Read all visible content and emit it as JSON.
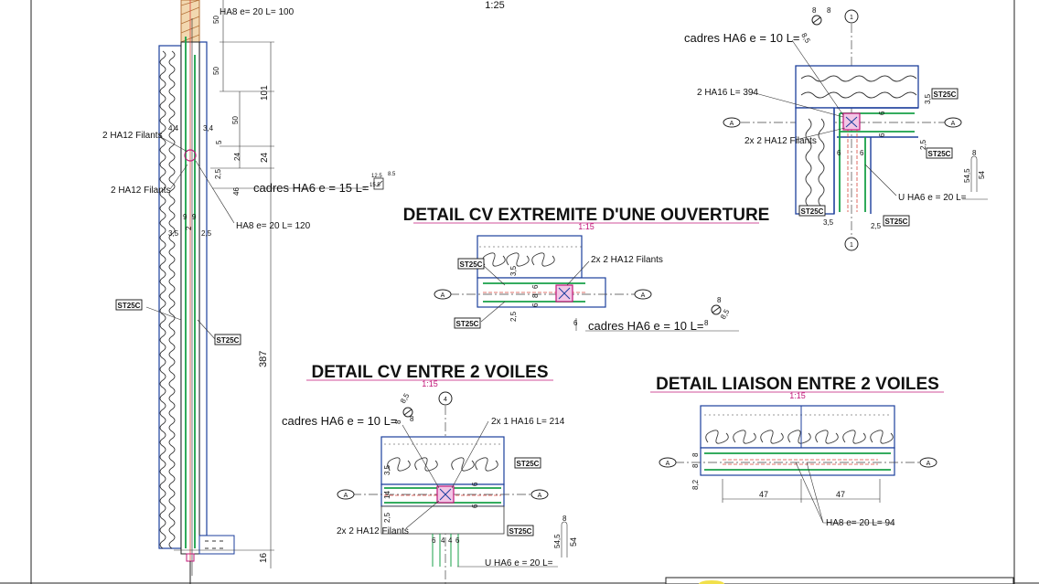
{
  "sheet_scale": "1:25",
  "section": {
    "callouts": {
      "ha8_top": "HA8  e= 20 L= 100",
      "ha12_a": "2 HA12  Filants",
      "ha12_b": "2 HA12  Filants",
      "cadres": "cadres HA6  e =  15 L=",
      "ha8_mid": "HA8  e= 20 L= 120",
      "st25c_a": "ST25C",
      "st25c_b": "ST25C"
    },
    "dims": {
      "d50a": "50",
      "d50b": "50",
      "d50c": "50",
      "d101": "101",
      "d44": "4,4",
      "d34": "3,4",
      "d5": "5",
      "d24a": "24",
      "d24b": "24",
      "d25a": "2,5",
      "d46": "46",
      "d9a": "9",
      "d9b": "9",
      "d2": "2",
      "d35": "3,5",
      "d25b": "2,5",
      "d387": "387",
      "d16": "16",
      "sym_a": "12.5",
      "sym_b": "8.5",
      "sym_c": "15.5"
    }
  },
  "detail_top_right": {
    "axis_top": "1",
    "axis_bottom": "1",
    "axis_left": "A",
    "axis_right": "A",
    "cadres": "cadres HA6  e =  10 L=",
    "ha16": "2 HA16 L= 394",
    "ha12": "2x 2 HA12  Filants",
    "u_ha6": "U HA6  e =  20 L=",
    "st25c_a": "ST25C",
    "st25c_b": "ST25C",
    "st25c_c": "ST25C",
    "st25c_d": "ST25C",
    "dims": {
      "d35a": "3,5",
      "d6a": "6",
      "d6b": "6",
      "d25a": "2,5",
      "d6c": "6",
      "d6d": "6",
      "d35b": "3,5",
      "d25b": "2,5",
      "d8": "8",
      "d545": "54,5",
      "d54": "54",
      "s8a": "8",
      "s8b": "8",
      "s85": "8,5"
    }
  },
  "detail_opening": {
    "title": "DETAIL CV EXTREMITE D'UNE OUVERTURE",
    "scale": "1:15",
    "axis_left": "A",
    "axis_right": "A",
    "ha12": "2x 2 HA12  Filants",
    "cadres": "cadres HA6  e =  10 L=",
    "st25c_a": "ST25C",
    "st25c_b": "ST25C",
    "dims": {
      "d35": "3,5",
      "d6a": "6",
      "d8": "8",
      "d6b": "6",
      "d25": "2,5",
      "d6c": "6",
      "s8a": "8",
      "s8b": "8",
      "s85": "8,5"
    }
  },
  "detail_two_walls": {
    "title": "DETAIL CV ENTRE 2 VOILES",
    "scale": "1:15",
    "axis_top": "4",
    "axis_left": "A",
    "axis_right": "A",
    "cadres": "cadres HA6  e =  10 L=",
    "ha16": "2x 1 HA16  L= 214",
    "ha12": "2x 2 HA12  Filants",
    "u_ha6": "U HA6  e =  20 L=",
    "st25c_a": "ST25C",
    "st25c_b": "ST25C",
    "dims": {
      "d35": "3,5",
      "d14": "14",
      "d25": "2,5",
      "d6a": "6",
      "d6b": "6",
      "b6a": "6",
      "b4a": "4",
      "b4b": "4",
      "b6b": "6",
      "d8": "8",
      "d545": "54,5",
      "d54": "54",
      "s85": "8,5",
      "s8a": "8",
      "s8b": "8"
    }
  },
  "detail_liaison": {
    "title": "DETAIL LIAISON ENTRE 2 VOILES",
    "scale": "1:15",
    "axis_left": "A",
    "axis_right": "A",
    "ha8": "HA8  e= 20 L= 94",
    "dims": {
      "d47a": "47",
      "d47b": "47",
      "d82": "8,2",
      "d8a": "8",
      "d8b": "8"
    }
  }
}
